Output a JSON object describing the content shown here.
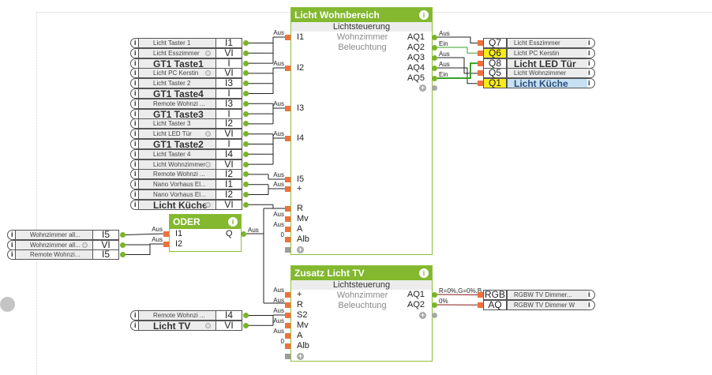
{
  "blocks": {
    "licht_wohnbereich": {
      "title": "Licht Wohnbereich",
      "subtitle": "Lichtsteuerung",
      "desc1": "Wohnzimmer",
      "desc2": "Beleuchtung",
      "inputs": [
        "I1",
        "I2",
        "I3",
        "I4",
        "I5",
        "+",
        "R",
        "Mv",
        "A",
        "Alb"
      ],
      "outputs": [
        "AQ1",
        "AQ2",
        "AQ3",
        "AQ4",
        "AQ5"
      ],
      "input_values": {
        "I1": "Aus",
        "I2": "Aus",
        "I3": "Aus",
        "I4": "Aus",
        "I5": "Aus",
        "+": "Aus",
        "Mv": "Aus",
        "A": "Aus",
        "Alb": "0"
      },
      "output_values": [
        "Aus",
        "Ein",
        "Aus",
        "Aus",
        "Ein"
      ]
    },
    "oder": {
      "title": "ODER",
      "inputs": [
        "I1",
        "I2"
      ],
      "output": "Q",
      "input_values": [
        "Aus",
        "Aus"
      ],
      "output_value": "Aus"
    },
    "zusatz_licht_tv": {
      "title": "Zusatz Licht TV",
      "subtitle": "Lichtsteuerung",
      "desc1": "Wohnzimmer",
      "desc2": "Beleuchtung",
      "inputs": [
        "+",
        "R",
        "S2",
        "Mv",
        "A",
        "Alb"
      ],
      "outputs": [
        "AQ1",
        "AQ2"
      ],
      "input_values": [
        "Aus",
        "Aus",
        "Aus",
        "Aus",
        "Aus",
        "0"
      ],
      "output_values": [
        "R=0%,G=0%,B...",
        "0%"
      ]
    }
  },
  "left_inputs": [
    {
      "label": "Licht Taster 1",
      "term": "I1",
      "size": "small",
      "ring": false
    },
    {
      "label": "Licht Esszimmer",
      "term": "VI",
      "size": "small",
      "ring": true
    },
    {
      "label": "GT1 Taste1",
      "term": "I",
      "size": "big",
      "ring": false
    },
    {
      "label": "Licht PC Kerstin",
      "term": "VI",
      "size": "small",
      "ring": true
    },
    {
      "label": "Licht Taster 2",
      "term": "I3",
      "size": "small",
      "ring": false
    },
    {
      "label": "GT1 Taste4",
      "term": "I",
      "size": "big",
      "ring": false
    },
    {
      "label": "Remote Wohnzi ...",
      "term": "I3",
      "size": "small",
      "ring": false
    },
    {
      "label": "GT1 Taste3",
      "term": "I",
      "size": "big",
      "ring": false
    },
    {
      "label": "Licht Taster 3",
      "term": "I2",
      "size": "small",
      "ring": false
    },
    {
      "label": "Licht LED Tür",
      "term": "VI",
      "size": "small",
      "ring": true
    },
    {
      "label": "GT1 Taste2",
      "term": "I",
      "size": "big",
      "ring": false
    },
    {
      "label": "Licht Taster 4",
      "term": "I4",
      "size": "small",
      "ring": false
    },
    {
      "label": "Licht Wohnzimmer",
      "term": "VI",
      "size": "small",
      "ring": true
    },
    {
      "label": "Remote Wohnzi ...",
      "term": "I2",
      "size": "small",
      "ring": false
    },
    {
      "label": "Nano Vorhaus El...",
      "term": "I1",
      "size": "small",
      "ring": false
    },
    {
      "label": "Nano Vorhaus El...",
      "term": "I2",
      "size": "small",
      "ring": false
    },
    {
      "label": "Licht Küche",
      "term": "VI",
      "size": "big",
      "ring": true
    }
  ],
  "oder_inputs": [
    {
      "label": "Wohnzimmer all...",
      "term": "I5",
      "size": "small",
      "ring": false
    },
    {
      "label": "Wohnzimmer all...",
      "term": "VI",
      "size": "small",
      "ring": true
    },
    {
      "label": "Remote Wohnzi...",
      "term": "I5",
      "size": "small",
      "ring": false
    }
  ],
  "tv_inputs": [
    {
      "label": "Remote Wohnzi ...",
      "term": "I4",
      "size": "small",
      "ring": false
    },
    {
      "label": "Licht TV",
      "term": "VI",
      "size": "big",
      "ring": true
    }
  ],
  "right_outputs": [
    {
      "label": "Licht Esszimmer",
      "term": "Q7",
      "size": "small",
      "yellow": false,
      "blue": false
    },
    {
      "label": "Licht PC Kerstin",
      "term": "Q6",
      "size": "small",
      "yellow": true,
      "blue": false
    },
    {
      "label": "Licht LED Tür",
      "term": "Q8",
      "size": "big",
      "yellow": false,
      "blue": false
    },
    {
      "label": "Licht Wohnzimmer",
      "term": "Q5",
      "size": "small",
      "yellow": false,
      "blue": false
    },
    {
      "label": "Licht Küche",
      "term": "Q1",
      "size": "big",
      "yellow": true,
      "blue": true
    }
  ],
  "tv_outputs": [
    {
      "label": "RGBW TV Dimmer...",
      "term": "RGB",
      "size": "small",
      "yellow": false,
      "blue": false
    },
    {
      "label": "RGBW TV Dimmer W",
      "term": "AQ",
      "size": "small",
      "yellow": false,
      "blue": false
    }
  ],
  "icons": {
    "info": "i",
    "plus": "+"
  },
  "colors": {
    "block_header": "#83b82f",
    "input_pin": "#ee7040",
    "output_pin": "#7bb42a",
    "active_wire": "#3aa02a",
    "highlight_yellow": "#f6ec1b",
    "highlight_blue": "#c8e0f4"
  }
}
